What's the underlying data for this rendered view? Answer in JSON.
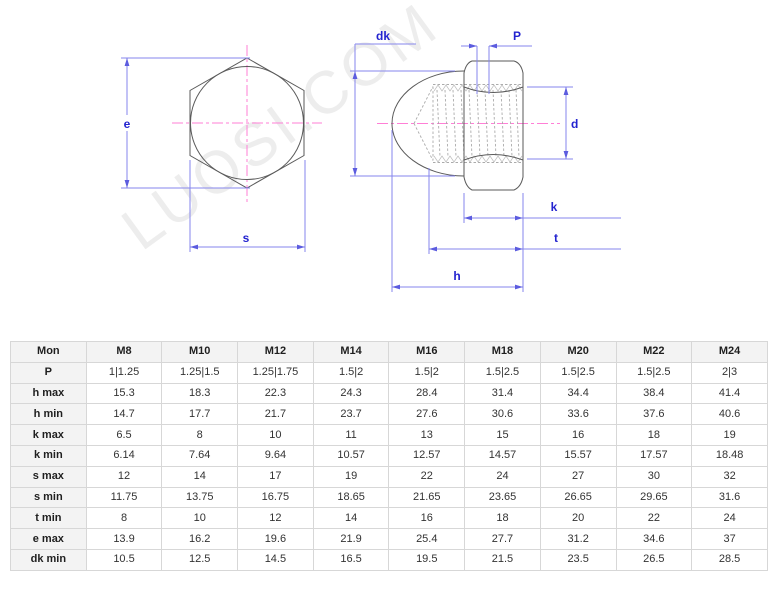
{
  "drawing": {
    "watermark_text": "LUOSI.COM",
    "front_view": {
      "labels": {
        "e": "e",
        "s": "s"
      }
    },
    "side_view": {
      "labels": {
        "dk": "dk",
        "p": "P",
        "d": "d",
        "k": "k",
        "t": "t",
        "h": "h"
      }
    },
    "colors": {
      "dimension_text": "#2323cf",
      "dimension_line": "#8686ec",
      "centerline": "#ff7fd6",
      "outline": "#5a5a5a",
      "thread": "#ababab",
      "watermark": "#ededed"
    }
  },
  "table": {
    "columns": [
      "Mon",
      "M8",
      "M10",
      "M12",
      "M14",
      "M16",
      "M18",
      "M20",
      "M22",
      "M24"
    ],
    "rows": [
      {
        "label": "P",
        "values": [
          "1|1.25",
          "1.25|1.5",
          "1.25|1.75",
          "1.5|2",
          "1.5|2",
          "1.5|2.5",
          "1.5|2.5",
          "1.5|2.5",
          "2|3"
        ]
      },
      {
        "label": "h max",
        "values": [
          "15.3",
          "18.3",
          "22.3",
          "24.3",
          "28.4",
          "31.4",
          "34.4",
          "38.4",
          "41.4"
        ]
      },
      {
        "label": "h min",
        "values": [
          "14.7",
          "17.7",
          "21.7",
          "23.7",
          "27.6",
          "30.6",
          "33.6",
          "37.6",
          "40.6"
        ]
      },
      {
        "label": "k max",
        "values": [
          "6.5",
          "8",
          "10",
          "11",
          "13",
          "15",
          "16",
          "18",
          "19"
        ]
      },
      {
        "label": "k min",
        "values": [
          "6.14",
          "7.64",
          "9.64",
          "10.57",
          "12.57",
          "14.57",
          "15.57",
          "17.57",
          "18.48"
        ]
      },
      {
        "label": "s max",
        "values": [
          "12",
          "14",
          "17",
          "19",
          "22",
          "24",
          "27",
          "30",
          "32"
        ]
      },
      {
        "label": "s min",
        "values": [
          "11.75",
          "13.75",
          "16.75",
          "18.65",
          "21.65",
          "23.65",
          "26.65",
          "29.65",
          "31.6"
        ]
      },
      {
        "label": "t min",
        "values": [
          "8",
          "10",
          "12",
          "14",
          "16",
          "18",
          "20",
          "22",
          "24"
        ]
      },
      {
        "label": "e max",
        "values": [
          "13.9",
          "16.2",
          "19.6",
          "21.9",
          "25.4",
          "27.7",
          "31.2",
          "34.6",
          "37"
        ]
      },
      {
        "label": "dk min",
        "values": [
          "10.5",
          "12.5",
          "14.5",
          "16.5",
          "19.5",
          "21.5",
          "23.5",
          "26.5",
          "28.5"
        ]
      }
    ]
  }
}
